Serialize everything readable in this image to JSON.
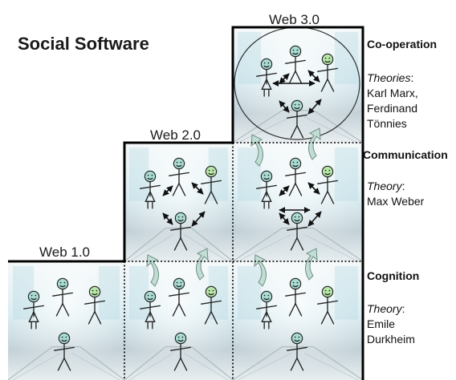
{
  "title": "Social Software",
  "web_levels": [
    {
      "label": "Web 1.0"
    },
    {
      "label": "Web 2.0"
    },
    {
      "label": "Web 3.0"
    }
  ],
  "levels": [
    {
      "title": "Co-operation",
      "theory_label": "Theories",
      "theory_colon": ":",
      "names": [
        "Karl Marx,",
        "Ferdinand",
        "Tönnies"
      ]
    },
    {
      "title": "Communication",
      "theory_label": "Theory",
      "theory_colon": ":",
      "names": [
        "Max Weber"
      ]
    },
    {
      "title": "Cognition",
      "theory_label": "Theory",
      "theory_colon": ":",
      "names": [
        "Emile",
        "Durkheim"
      ]
    }
  ],
  "colors": {
    "background": "#ffffff",
    "panel_light": "#eef4f6",
    "panel_sky": "#cfe6ee",
    "panel_floor": "#bcc8cf",
    "grid_line": "#000000",
    "figure_stroke": "#222222",
    "figure_teal": "#a9dcd3",
    "figure_green": "#b8e7a9",
    "curved_arrow": "#c2ddd3"
  },
  "icons": [
    "stick-figure-icon",
    "double-arrow-icon",
    "curved-arrow-icon"
  ]
}
